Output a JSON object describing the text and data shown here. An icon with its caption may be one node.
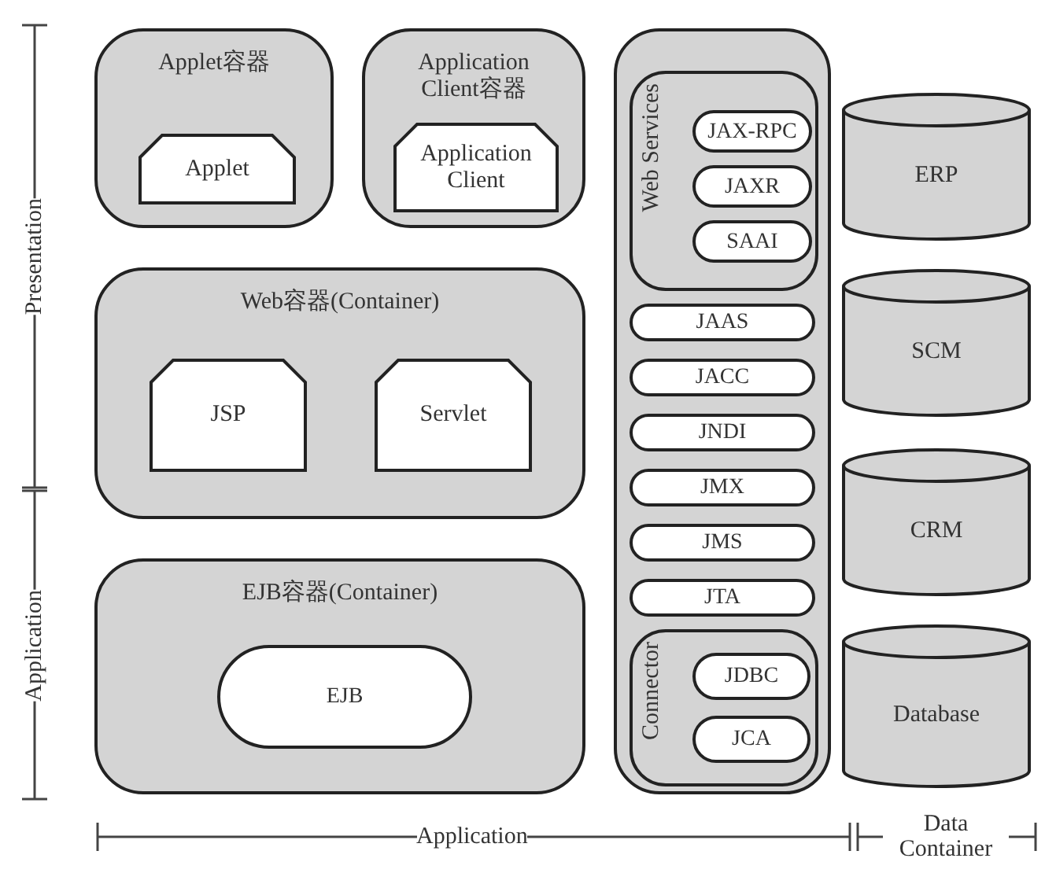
{
  "diagram": {
    "nodes": [
      {
        "text": [
          "Applet容器"
        ]
      },
      {
        "text": [
          "Applet"
        ],
        "in": 0
      },
      {
        "text": [
          "Application Client容器"
        ]
      },
      {
        "text": [
          "Application Client"
        ],
        "in": 2
      },
      {
        "text": [
          "Web容器(Container)"
        ]
      },
      {
        "text": [
          "JSP"
        ],
        "in": 4
      },
      {
        "text": [
          "Servlet"
        ],
        "in": 4
      },
      {
        "text": [
          "EJB容器(Container)"
        ]
      },
      {
        "text": [
          "EJB"
        ],
        "in": 7
      },
      {
        "text": [],
        "shape": "box"
      },
      {
        "text": [
          "Web Services"
        ],
        "in": 9
      },
      {
        "text": [
          "JAX-RPC"
        ],
        "in": 10
      },
      {
        "text": [
          "JAXR"
        ],
        "in": 10
      },
      {
        "text": [
          "SAAI"
        ],
        "in": 10
      },
      {
        "text": [
          "JAAS"
        ],
        "in": 9
      },
      {
        "text": [
          "JACC"
        ],
        "in": 9
      },
      {
        "text": [
          "JNDI"
        ],
        "in": 9
      },
      {
        "text": [
          "JMX"
        ],
        "in": 9
      },
      {
        "text": [
          "JMS"
        ],
        "in": 9
      },
      {
        "text": [
          "JTA"
        ],
        "in": 9
      },
      {
        "text": [
          "Connector"
        ],
        "in": 9
      },
      {
        "text": [
          "JDBC"
        ],
        "in": 20
      },
      {
        "text": [
          "JCA"
        ],
        "in": 20
      },
      {
        "text": [
          "ERP"
        ]
      },
      {
        "text": [
          "SCM"
        ]
      },
      {
        "text": [
          "CRM"
        ]
      },
      {
        "text": [
          "Database"
        ]
      }
    ],
    "edges": [],
    "labels": [
      "Presentation",
      "Application",
      "Application",
      "Data Container"
    ]
  }
}
